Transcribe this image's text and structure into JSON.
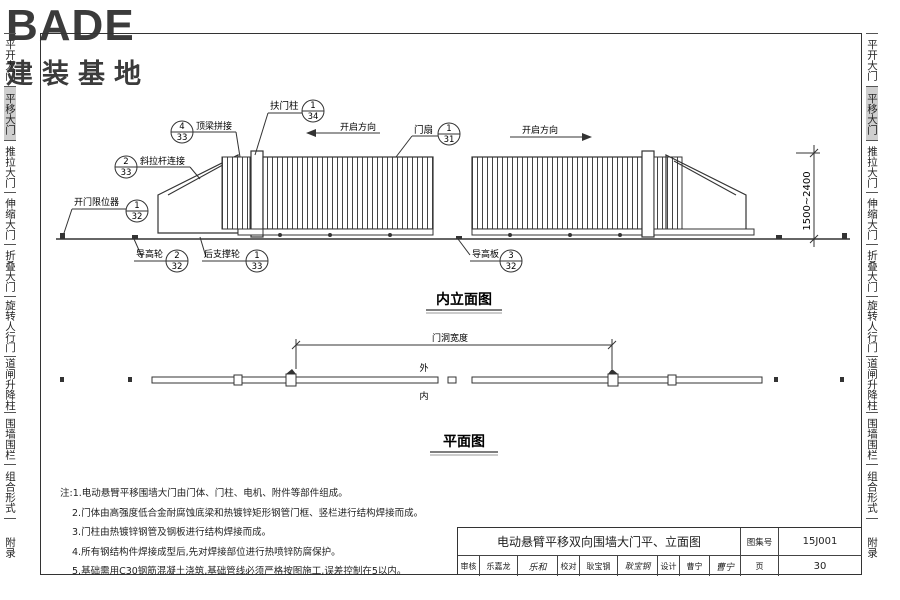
{
  "logo": {
    "brand": "BADE",
    "subtitle": "建装基地"
  },
  "left_tabs": [
    {
      "label": "平开大门",
      "active": false
    },
    {
      "label": "平移大门",
      "active": true
    },
    {
      "label": "推拉大门",
      "active": false
    },
    {
      "label": "伸缩大门",
      "active": false
    },
    {
      "label": "折叠大门",
      "active": false
    },
    {
      "label": "旋转人行门",
      "active": false
    },
    {
      "label": "道闸升降柱",
      "active": false
    },
    {
      "label": "围墙围栏",
      "active": false
    },
    {
      "label": "组合形式",
      "active": false
    },
    {
      "label": "附录",
      "active": false
    }
  ],
  "right_tabs": [
    {
      "label": "平开大门",
      "active": false
    },
    {
      "label": "平移大门",
      "active": true
    },
    {
      "label": "推拉大门",
      "active": false
    },
    {
      "label": "伸缩大门",
      "active": false
    },
    {
      "label": "折叠大门",
      "active": false
    },
    {
      "label": "旋转人行门",
      "active": false
    },
    {
      "label": "道闸升降柱",
      "active": false
    },
    {
      "label": "围墙围栏",
      "active": false
    },
    {
      "label": "组合形式",
      "active": false
    },
    {
      "label": "附录",
      "active": false
    }
  ],
  "elevation": {
    "title": "内立面图",
    "dimension": "1500~2400",
    "open_left": "开启方向",
    "open_right": "开启方向",
    "labels": {
      "fuzhu": "扶门柱",
      "menshan": "门扇",
      "dingliang": "顶梁拼接",
      "xielagan": "斜拉杆连接",
      "xianweiqi": "开门限位器",
      "daogaolun": "导高轮",
      "houzhicheng": "后支撑轮",
      "daogaoban": "导高板"
    },
    "refs": {
      "fuzhu": {
        "num": "1",
        "page": "34"
      },
      "menshan": {
        "num": "1",
        "page": "31"
      },
      "dingliang": {
        "num": "4",
        "page": "33"
      },
      "xielagan": {
        "num": "2",
        "page": "33"
      },
      "xianweiqi": {
        "num": "1",
        "page": "32"
      },
      "daogaolun": {
        "num": "2",
        "page": "32"
      },
      "houzhicheng": {
        "num": "1",
        "page": "33"
      },
      "daogaoban": {
        "num": "3",
        "page": "32"
      }
    }
  },
  "plan": {
    "title": "平面图",
    "opening_width": "门洞宽度",
    "outside": "外",
    "inside": "内"
  },
  "notes": {
    "header": "注:",
    "lines": [
      "1.电动悬臂平移围墙大门由门体、门柱、电机、附件等部件组成。",
      "2.门体由高强度低合金耐腐蚀底梁和热镀锌矩形钢管门框、竖栏进行结构焊接而成。",
      "3.门柱由热镀锌钢管及钢板进行结构焊接而成。",
      "4.所有钢结构件焊接成型后,先对焊接部位进行热喷锌防腐保护。",
      "5.基础需用C30钢筋混凝土浇筑,基础管线必须严格按图施工,误差控制在5以内。"
    ]
  },
  "title_block": {
    "title": "电动悬臂平移双向围墙大门平、立面图",
    "atlas_label": "图集号",
    "atlas_no": "15J001",
    "review_label": "审核",
    "reviewer": "乐嘉龙",
    "reviewer_sign": "乐和",
    "check_label": "校对",
    "checker": "耿宝钢",
    "checker_sign": "耿宝钢",
    "design_label": "设计",
    "designer": "曹宁",
    "designer_sign": "曹宁",
    "page_label": "页",
    "page_no": "30"
  }
}
